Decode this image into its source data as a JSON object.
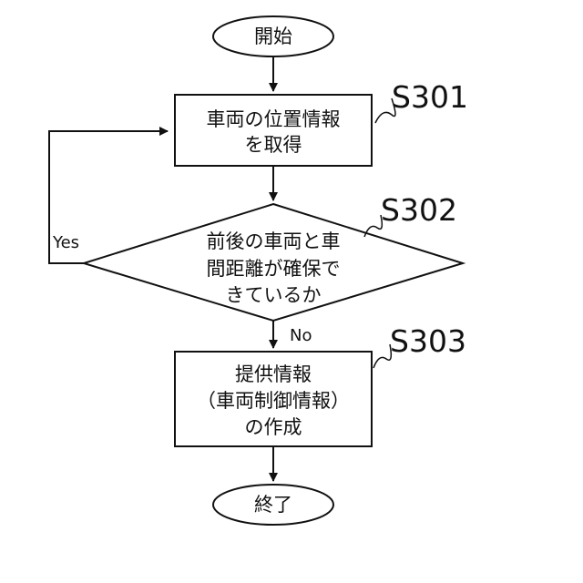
{
  "flowchart": {
    "start": {
      "label": "開始"
    },
    "step1": {
      "id": "S301",
      "lines": [
        "車両の位置情報",
        "を取得"
      ]
    },
    "decision": {
      "id": "S302",
      "lines": [
        "前後の車両と車",
        "間距離が確保で",
        "きているか"
      ],
      "yes_label": "Yes",
      "no_label": "No"
    },
    "step3": {
      "id": "S303",
      "lines": [
        "提供情報",
        "（車両制御情報）",
        "の作成"
      ]
    },
    "end": {
      "label": "終了"
    }
  }
}
